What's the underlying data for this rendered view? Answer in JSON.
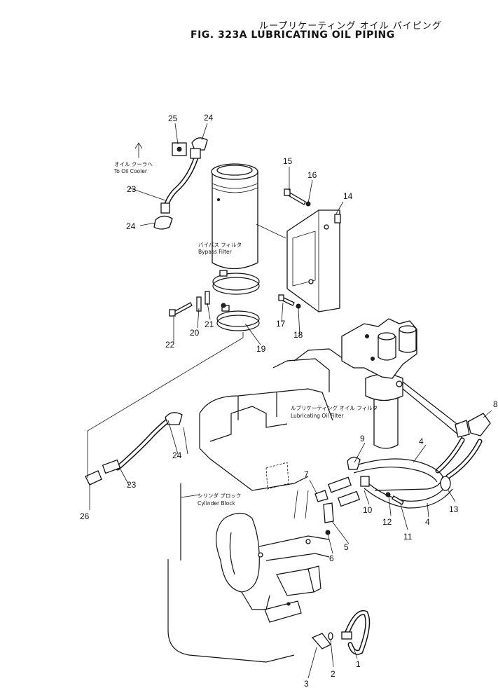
{
  "header": {
    "title_jp": "ループリケーティング オイル パイピング",
    "figure_title": "FIG. 323A LUBRICATING OIL PIPING"
  },
  "labels": {
    "to_oil_cooler_jp": "オイル クーラヘ",
    "to_oil_cooler_en": "To Oil Cooler",
    "bypass_filter_jp": "バイパス フィルタ",
    "bypass_filter_en": "Bypass Filter",
    "lub_filter_jp": "ルブリケーティング オイル フィルタ",
    "lub_filter_en": "Lubricating Oil Filter",
    "cyl_block_jp": "シリンダ ブロック",
    "cyl_block_en": "Cylinder Block"
  },
  "callouts": {
    "n1": "1",
    "n2": "2",
    "n3": "3",
    "n4a": "4",
    "n4b": "4",
    "n5": "5",
    "n6": "6",
    "n7": "7",
    "n8": "8",
    "n9": "9",
    "n10": "10",
    "n11": "11",
    "n12": "12",
    "n13": "13",
    "n14": "14",
    "n15": "15",
    "n16": "16",
    "n17": "17",
    "n18": "18",
    "n19": "19",
    "n20": "20",
    "n21": "21",
    "n22": "22",
    "n23a": "23",
    "n23b": "23",
    "n24a": "24",
    "n24b": "24",
    "n24c": "24",
    "n25": "25",
    "n26": "26"
  }
}
